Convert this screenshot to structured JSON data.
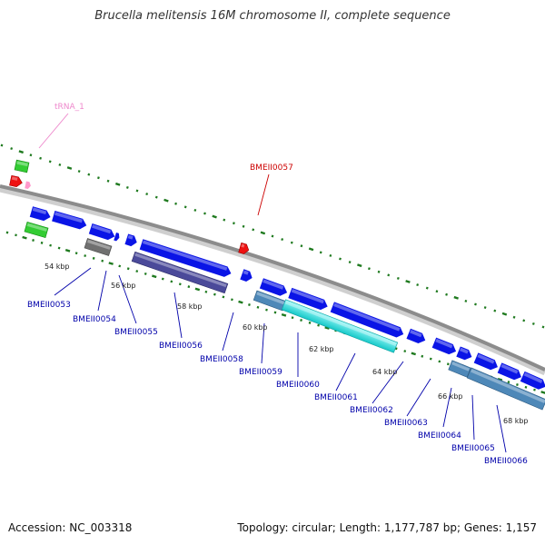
{
  "title": "Brucella melitensis 16M chromosome II, complete sequence",
  "footer": {
    "accession": "Accession: NC_003318",
    "summary": "Topology: circular; Length: 1,177,787 bp; Genes: 1,157"
  },
  "colors": {
    "backbone": "#8c8c8c",
    "tick": "#1f7a1f",
    "label_blue": "#0000aa",
    "label_red": "#cc0000",
    "label_pink": "#ee88cc",
    "cds": "#0a14e6",
    "rrna": "#33cc33",
    "trna": "#ff99cc",
    "misc": "#ee1111",
    "grey": "#707070",
    "purple": "#4b4a9a",
    "steel": "#4e88b8",
    "cyan": "#1adede"
  },
  "scale_labels": [
    "54 kbp",
    "56 kbp",
    "58 kbp",
    "60 kbp",
    "62 kbp",
    "64 kbp",
    "66 kbp",
    "68 kbp"
  ],
  "gene_labels": [
    {
      "text": "tRNA_1",
      "color": "pink"
    },
    {
      "text": "BMEII0057",
      "color": "red"
    },
    {
      "text": "BMEII0053",
      "color": "blue"
    },
    {
      "text": "BMEII0054",
      "color": "blue"
    },
    {
      "text": "BMEII0055",
      "color": "blue"
    },
    {
      "text": "BMEII0056",
      "color": "blue"
    },
    {
      "text": "BMEII0058",
      "color": "blue"
    },
    {
      "text": "BMEII0059",
      "color": "blue"
    },
    {
      "text": "BMEII0060",
      "color": "blue"
    },
    {
      "text": "BMEII0061",
      "color": "blue"
    },
    {
      "text": "BMEII0062",
      "color": "blue"
    },
    {
      "text": "BMEII0063",
      "color": "blue"
    },
    {
      "text": "BMEII0064",
      "color": "blue"
    },
    {
      "text": "BMEII0065",
      "color": "blue"
    },
    {
      "text": "BMEII0066",
      "color": "blue"
    }
  ]
}
